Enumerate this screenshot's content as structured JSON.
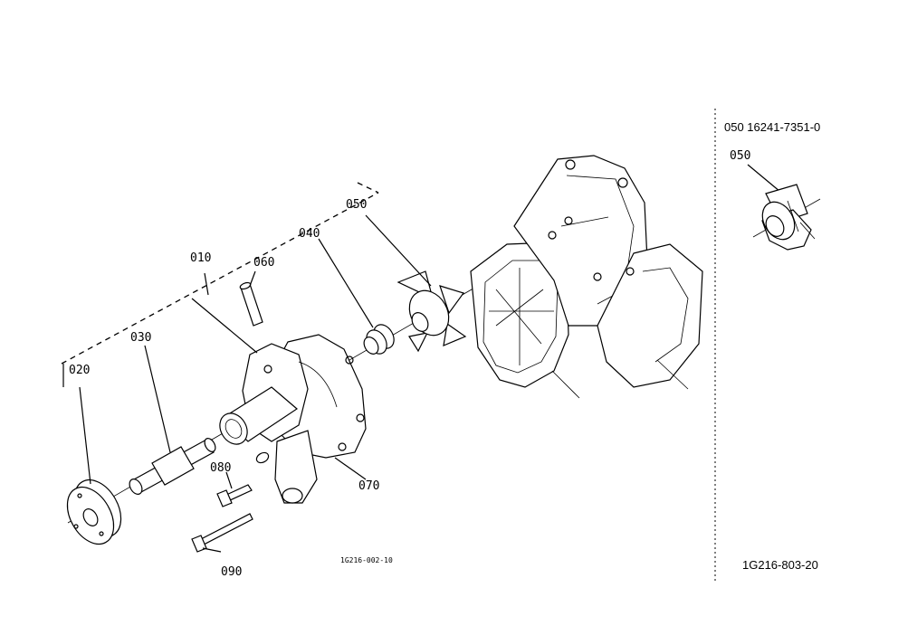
{
  "labels": {
    "p010": "010",
    "p020": "020",
    "p030": "030",
    "p040": "040",
    "p050": "050",
    "p060": "060",
    "p070": "070",
    "p080": "080",
    "p090": "090"
  },
  "figure_code_left": "1G216-002-10",
  "inset": {
    "replacement_note": "050 16241-7351-0",
    "label": "050"
  },
  "figure_code_right": "1G216-803-20"
}
